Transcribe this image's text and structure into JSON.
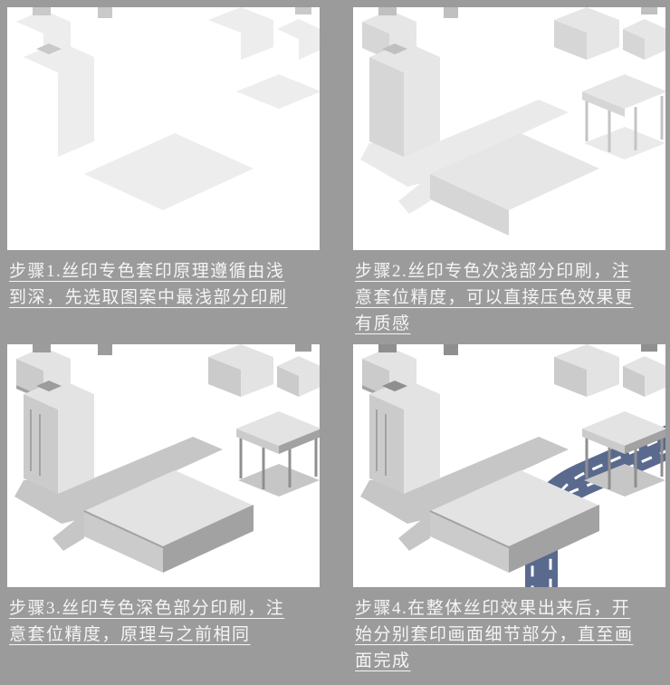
{
  "palette": {
    "background": "#9b9b9b",
    "panel_background": "#ffffff",
    "caption_text": "#f5f5f5",
    "light_layer": "#ededed",
    "mid_layer": "#cbcbcb",
    "dark_layer": "#a2a2a2",
    "shadow_layer": "#c6c6c6",
    "road": "#5a6a8e",
    "road_dash": "#ffffff"
  },
  "panels": [
    {
      "id": "step-1",
      "caption": "步骤1.丝印专色套印原理遵循由浅到深，先选取图案中最浅部分印刷",
      "lines": [
        "步骤1.丝印专色套印原理遵循由浅",
        "到深，先选取图案中最浅部分印刷"
      ]
    },
    {
      "id": "step-2",
      "caption": "步骤2.丝印专色次浅部分印刷，注意套位精度，可以直接压色效果更有质感",
      "lines": [
        "步骤2.丝印专色次浅部分印刷，注",
        "意套位精度，可以直接压色效果更",
        "有质感"
      ]
    },
    {
      "id": "step-3",
      "caption": "步骤3.丝印专色深色部分印刷，注意套位精度，原理与之前相同",
      "lines": [
        "步骤3.丝印专色深色部分印刷，注",
        "意套位精度，原理与之前相同"
      ]
    },
    {
      "id": "step-4",
      "caption": "步骤4.在整体丝印效果出来后，开始分别套印画面细节部分，直至画面完成",
      "lines": [
        "步骤4.在整体丝印效果出来后，开",
        "始分别套印画面细节部分，直至画",
        "面完成"
      ]
    }
  ]
}
